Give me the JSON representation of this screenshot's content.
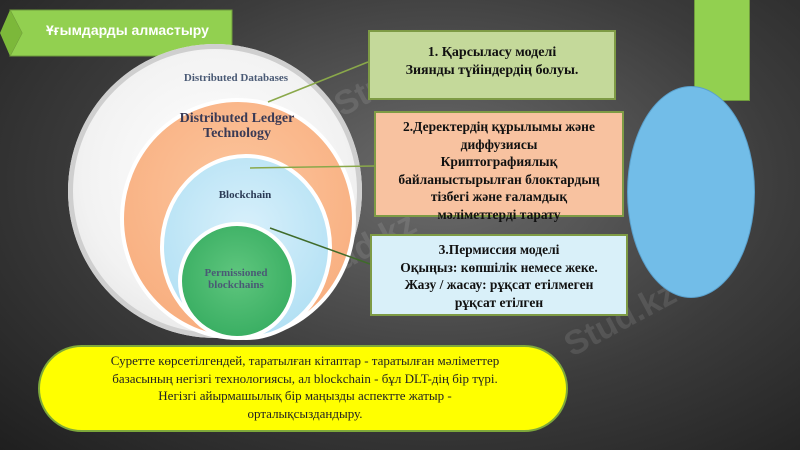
{
  "slide": {
    "title": "Ұғымдарды алмастыру"
  },
  "diagram": {
    "circles": [
      {
        "label": "Distributed Databases",
        "color": "#f2f2f2"
      },
      {
        "label": "Distributed Ledger Technology",
        "color": "#f7a877"
      },
      {
        "label": "Blockchain",
        "color": "#a8dcf2"
      },
      {
        "label": "Permissioned blockchains",
        "color": "#2ea75a"
      }
    ]
  },
  "callouts": {
    "box1": {
      "line1": "1. Қарсыласу моделі",
      "line2": "Зиянды түйіндердің болуы."
    },
    "box2": {
      "line1": "2.Деректердің құрылымы және",
      "line2": "диффузиясы",
      "line3": "Криптографиялық",
      "line4": "байланыстырылған блоктардың",
      "line5": "тізбегі және ғаламдық",
      "line6": "мәліметтерді тарату"
    },
    "box3": {
      "line1": "3.Пермиссия моделі",
      "line2": "Оқыңыз: көпшілік  немесе жеке.",
      "line3": "Жазу / жасау: рұқсат етілмеген",
      "line4": "рұқсат етілген"
    }
  },
  "summary": {
    "line1": "Суретте көрсетілгендей, таратылған кітаптар - таратылған мәліметтер",
    "line2": "базасының негізгі технологиясы, ал blockchain - бұл DLT-дің бір түрі.",
    "line3": "Негізгі айырмашылық бір маңызды аспектте жатыр -",
    "line4": "орталықсыздандыру."
  },
  "watermark": "Stud.kz",
  "colors": {
    "title_bar": "#92d050",
    "box_border": "#7e9b45",
    "summary_fill": "#ffff00",
    "oval": "#72bde8"
  }
}
